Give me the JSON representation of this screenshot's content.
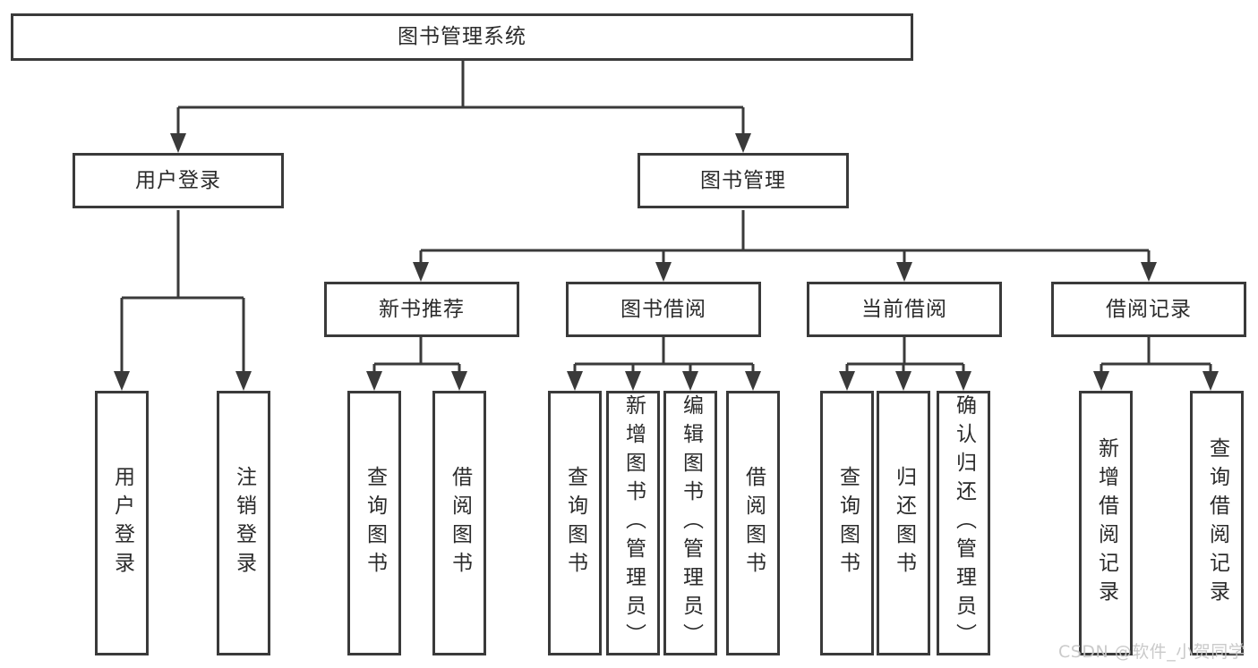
{
  "diagram": {
    "type": "hierarchy-tree",
    "orientation": "top-down",
    "hierarchy": {
      "root": "图书管理系统",
      "children": [
        {
          "node": "用户登录",
          "children": [
            "用户登录",
            "注销登录"
          ]
        },
        {
          "node": "图书管理",
          "children": [
            {
              "node": "新书推荐",
              "children": [
                "查询图书",
                "借阅图书"
              ]
            },
            {
              "node": "图书借阅",
              "children": [
                "查询图书",
                "新增图书（管理员）",
                "编辑图书（管理员）",
                "借阅图书"
              ]
            },
            {
              "node": "当前借阅",
              "children": [
                "查询图书",
                "归还图书",
                "确认归还（管理员）"
              ]
            },
            {
              "node": "借阅记录",
              "children": [
                "新增借阅记录",
                "查询借阅记录"
              ]
            }
          ]
        }
      ]
    }
  },
  "nodes": {
    "root": {
      "label": "图书管理系统"
    },
    "user_login": {
      "label": "用户登录"
    },
    "book_mgmt": {
      "label": "图书管理"
    },
    "new_book_rec": {
      "label": "新书推荐"
    },
    "book_borrow": {
      "label": "图书借阅"
    },
    "current_borrow": {
      "label": "当前借阅"
    },
    "borrow_records": {
      "label": "借阅记录"
    },
    "leaf_user_login": {
      "label": "用户登录"
    },
    "leaf_logout": {
      "label": "注销登录"
    },
    "leaf_query_books_rec": {
      "label": "查询图书"
    },
    "leaf_borrow_books_rec": {
      "label": "借阅图书"
    },
    "leaf_query_books_borrow": {
      "label": "查询图书"
    },
    "leaf_add_book_admin": {
      "label": "新增图书（管理员）"
    },
    "leaf_edit_book_admin": {
      "label": "编辑图书（管理员）"
    },
    "leaf_borrow_book": {
      "label": "借阅图书"
    },
    "leaf_query_books_current": {
      "label": "查询图书"
    },
    "leaf_return_book": {
      "label": "归还图书"
    },
    "leaf_confirm_return_admin": {
      "label": "确认归还（管理员）"
    },
    "leaf_add_borrow_record": {
      "label": "新增借阅记录"
    },
    "leaf_query_borrow_record": {
      "label": "查询借阅记录"
    }
  },
  "watermark": {
    "text": "CSDN @软件_小贺同学"
  },
  "colors": {
    "background": "#ffffff",
    "line": "#3a3a3a",
    "box_border": "#3a3a3a",
    "text": "#2b2b2b",
    "watermark_text": "#c6c6c6"
  }
}
